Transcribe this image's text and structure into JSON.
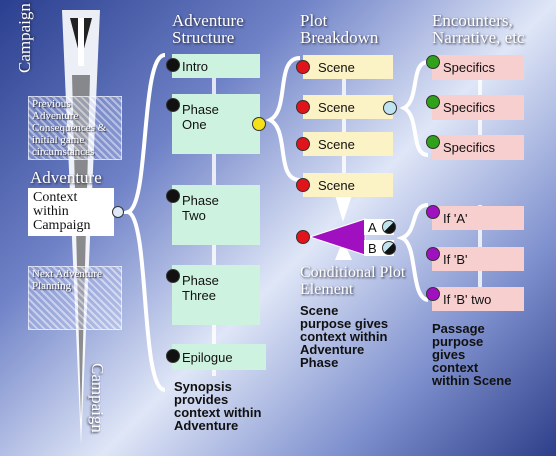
{
  "campaign": {
    "top_label": "Campaign",
    "bottom_label": "Campaign",
    "previous": "Previous Adventure Consequences & initial game circumstances",
    "adventure_label": "Adventure",
    "context": "Context within Campaign",
    "next": "Next Adventure Planning"
  },
  "headers": {
    "structure": "Adventure Structure",
    "plot": "Plot Breakdown",
    "encounters": "Encounters, Narrative, etc"
  },
  "structure": {
    "items": [
      "Intro",
      "Phase One",
      "Phase Two",
      "Phase Three",
      "Epilogue"
    ],
    "note": "Synopsis provides context within Adventure"
  },
  "plot": {
    "scenes": [
      "Scene",
      "Scene",
      "Scene",
      "Scene"
    ],
    "branch_a": "A",
    "branch_b": "B",
    "conditional": "Conditional Plot Element",
    "note": "Scene purpose gives context within Adventure Phase"
  },
  "encounters": {
    "specifics": [
      "Specifics",
      "Specifics",
      "Specifics"
    ],
    "ifs": [
      "If 'A'",
      "If 'B'",
      "If 'B' two"
    ],
    "note": "Passage purpose gives context within Scene"
  },
  "colors": {
    "structure_box": "#cdf2df",
    "scene_box": "#fbf2c5",
    "encounter_box": "#f8cfcf",
    "diamond": "#a010c0"
  }
}
